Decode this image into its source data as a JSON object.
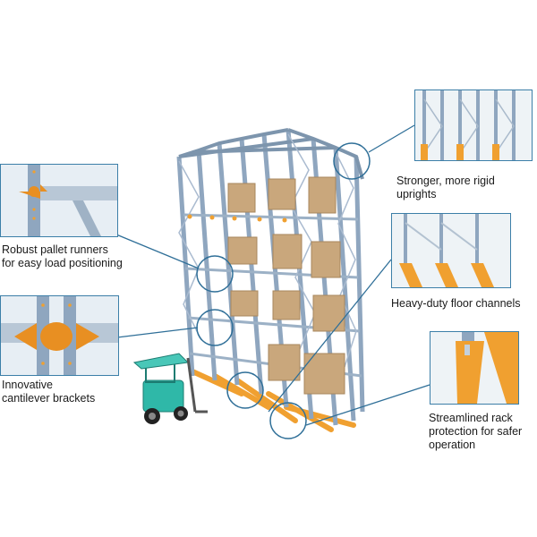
{
  "callouts": {
    "runners": "Robust pallet runners for easy load positioning",
    "brackets": "Innovative cantilever brackets",
    "uprights": "Stronger, more rigid uprights",
    "floor_channels": "Heavy-duty floor channels",
    "protection": "Streamlined rack protection for safer operation"
  },
  "colors": {
    "frame": "#8fa6bf",
    "frame_dark": "#5e7891",
    "orange": "#f0a030",
    "box": "#c9a77c",
    "callout_line": "#2f6f98",
    "forklift_body": "#2fb8a8"
  }
}
